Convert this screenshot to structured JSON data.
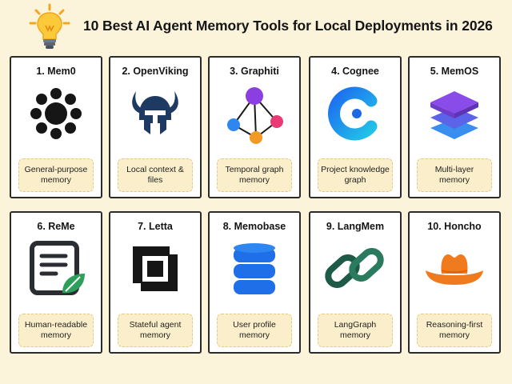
{
  "header": {
    "title": "10 Best AI Agent Memory Tools for Local Deployments in 2026",
    "icon": "lightbulb-icon"
  },
  "tools": [
    {
      "title": "1. Mem0",
      "description": "General-purpose memory",
      "icon": "mem0-logo-icon"
    },
    {
      "title": "2. OpenViking",
      "description": "Local context & files",
      "icon": "viking-helmet-icon"
    },
    {
      "title": "3. Graphiti",
      "description": "Temporal graph memory",
      "icon": "graph-network-icon"
    },
    {
      "title": "4. Cognee",
      "description": "Project knowledge graph",
      "icon": "cognee-logo-icon"
    },
    {
      "title": "5. MemOS",
      "description": "Multi-layer memory",
      "icon": "stacked-layers-icon"
    },
    {
      "title": "6. ReMe",
      "description": "Human-readable memory",
      "icon": "document-leaf-icon"
    },
    {
      "title": "7. Letta",
      "description": "Stateful agent memory",
      "icon": "letta-logo-icon"
    },
    {
      "title": "8. Memobase",
      "description": "User profile memory",
      "icon": "database-icon"
    },
    {
      "title": "9. LangMem",
      "description": "LangGraph memory",
      "icon": "chain-link-icon"
    },
    {
      "title": "10. Honcho",
      "description": "Reasoning-first memory",
      "icon": "cowboy-hat-icon"
    }
  ],
  "colors": {
    "background": "#FBF3DA",
    "card_border": "#2B2B2B",
    "desc_fill": "#FBEFCB",
    "desc_border": "#E3C98A"
  }
}
